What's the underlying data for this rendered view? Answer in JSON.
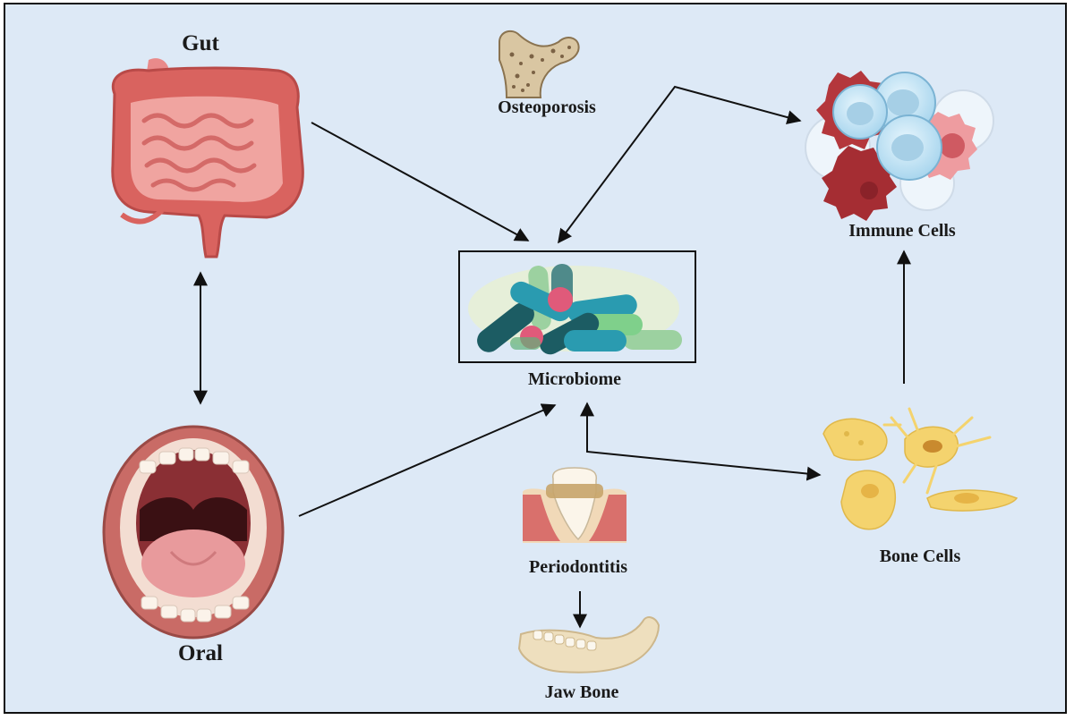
{
  "nodes": {
    "gut": "Gut",
    "oral": "Oral",
    "osteoporosis": "Osteoporosis",
    "microbiome": "Microbiome",
    "immune_cells": "Immune Cells",
    "bone_cells": "Bone Cells",
    "periodontitis": "Periodontitis",
    "jaw_bone": "Jaw Bone"
  },
  "icons": {
    "gut": "intestine-icon",
    "oral": "open-mouth-icon",
    "osteoporosis": "porous-bone-icon",
    "microbiome": "bacteria-icon",
    "immune_cells": "immune-cell-cluster-icon",
    "bone_cells": "bone-cell-icon",
    "periodontitis": "diseased-tooth-icon",
    "jaw_bone": "mandible-icon"
  },
  "colors": {
    "background": "#dde9f6",
    "arrow": "#111111"
  }
}
